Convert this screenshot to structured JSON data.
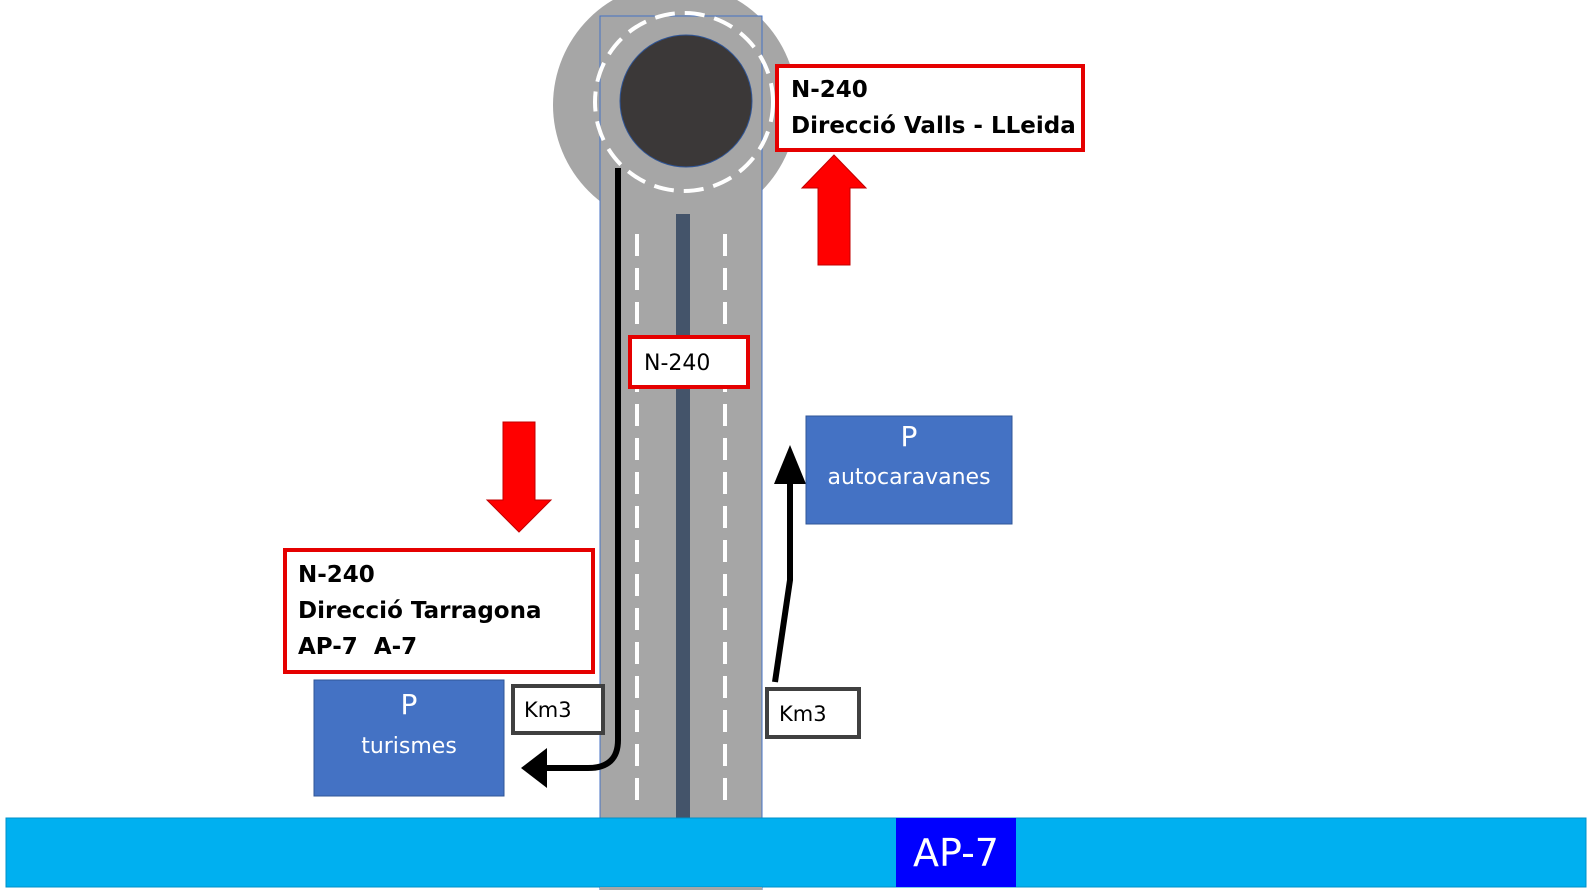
{
  "road_sign_north": {
    "road": "N-240",
    "direction": "Direcció Valls - LLeida"
  },
  "road_sign_south": {
    "road": "N-240",
    "direction": "Direcció Tarragona",
    "highways": "AP-7  A-7"
  },
  "road_label_center": "N-240",
  "parking_turismes": {
    "symbol": "P",
    "label": "turismes"
  },
  "parking_autocaravanes": {
    "symbol": "P",
    "label": "autocaravanes"
  },
  "km_marker_left": "Km3",
  "km_marker_right": "Km3",
  "highway_label": "AP-7",
  "colors": {
    "road": "#a6a6a6",
    "roundabout_island": "#3b3838",
    "median": "#44546a",
    "sign_border": "#e50000",
    "direction_arrow": "#ff0000",
    "parking_box": "#4472c4",
    "highway_band": "#00b0f0",
    "highway_label_bg": "#0000ff"
  }
}
